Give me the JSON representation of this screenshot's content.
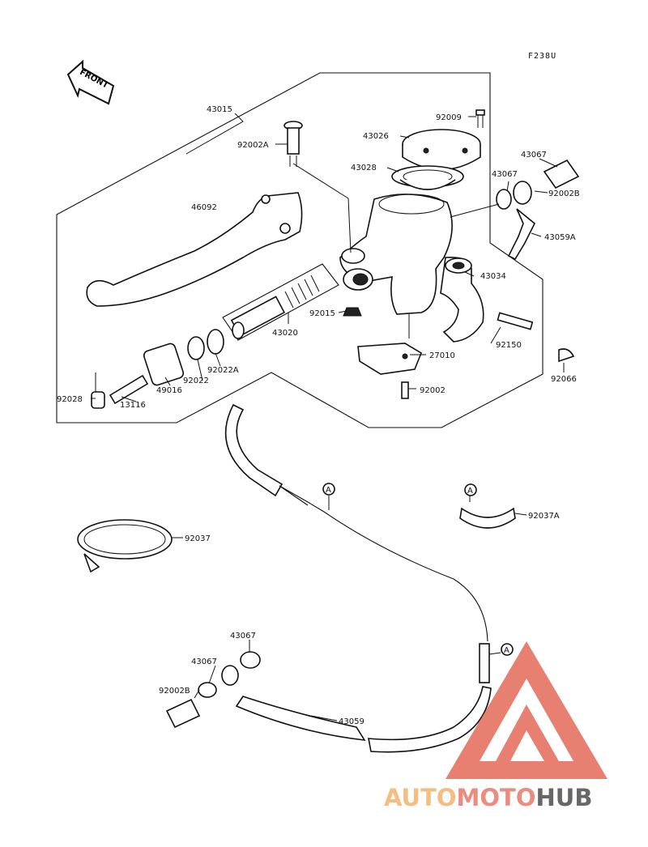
{
  "diagram_code": "F238U",
  "front_label": "FRONT",
  "callout_letter": "A",
  "watermark": {
    "part1": "AUTO",
    "part2": "MOTO",
    "part3": "HUB",
    "colors": {
      "auto": "#f3b36b",
      "moto": "#e8786a",
      "hub": "#4d4d4d",
      "triangle": "#e46a5a"
    }
  },
  "parts": {
    "p43015": "43015",
    "p92002A": "92002A",
    "p92009": "92009",
    "p43026": "43026",
    "p43028": "43028",
    "p43067a": "43067",
    "p43067b": "43067",
    "p92002B_top": "92002B",
    "p43059A": "43059A",
    "p46092": "46092",
    "p43034": "43034",
    "p92015": "92015",
    "p43020": "43020",
    "p92150": "92150",
    "p27010": "27010",
    "p92066": "92066",
    "p92022A": "92022A",
    "p92022": "92022",
    "p49016": "49016",
    "p92028": "92028",
    "p13116": "13116",
    "p92002": "92002",
    "p92037A": "92037A",
    "p92037": "92037",
    "p43067c": "43067",
    "p43067d": "43067",
    "p92002B_bot": "92002B",
    "p43059": "43059"
  }
}
